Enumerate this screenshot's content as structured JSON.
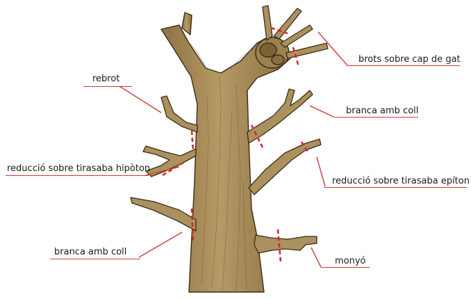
{
  "labels": {
    "brots_cap_gat": "brots sobre cap de gat",
    "rebrot": "rebrot",
    "branca_coll_dreta": "branca amb coll",
    "reduccio_hipoton": "reducció sobre tirasaba hipòton",
    "reduccio_epiton": "reducció sobre tirasaba epíton",
    "branca_coll_esquerra": "branca amb coll",
    "monyo": "monyó"
  },
  "colors": {
    "bark": "#a88c5a",
    "bark_dark": "#7a6136",
    "bark_light": "#c2aa78",
    "outline": "#3b2b16",
    "cut_mark": "#d42a2a",
    "leader": "#d13a3a",
    "text": "#1a1a1a"
  }
}
